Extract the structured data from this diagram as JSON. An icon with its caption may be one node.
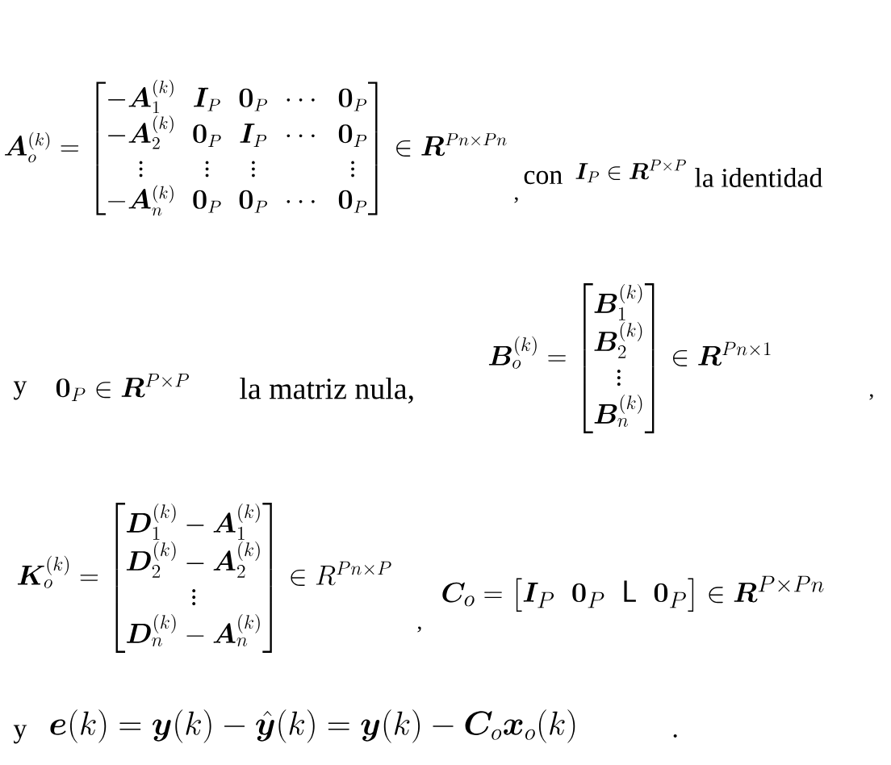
{
  "diagram": {
    "labels": [
      "\\bm{A}_o^{(k)}=\\begin{bmatrix}-\\bm{A}_1^{(k)} & \\bm{I}_P & \\bm{0}_P & \\cdots & \\bm{0}_P\\\\ -\\bm{A}_2^{(k)} & \\bm{0}_P & \\bm{I}_P & \\cdots & \\bm{0}_P\\\\ \\vdots & \\vdots & \\vdots & & \\vdots\\\\ -\\bm{A}_n^{(k)} & \\bm{0}_P & \\bm{0}_P & \\cdots & \\bm{0}_P\\end{bmatrix}\\in\\bm{R}^{Pn\\times Pn}",
      ",",
      "con",
      "\\bm{I}_P\\in\\bm{R}^{P\\times P}",
      "la identidad",
      "y",
      "\\bm{0}_P\\in\\bm{R}^{P\\times P}",
      "la matriz nula,",
      "\\bm{B}_o^{(k)}=\\begin{bmatrix}\\bm{B}_1^{(k)}\\\\ \\bm{B}_2^{(k)}\\\\ \\vdots\\\\ \\bm{B}_n^{(k)}\\end{bmatrix}\\in\\bm{R}^{Pn\\times 1}",
      ",",
      "\\bm{K}_o^{(k)}=\\begin{bmatrix}\\bm{D}_1^{(k)}-\\bm{A}_1^{(k)}\\\\ \\bm{D}_2^{(k)}-\\bm{A}_2^{(k)}\\\\ \\vdots\\\\ \\bm{D}_n^{(k)}-\\bm{A}_n^{(k)}\\end{bmatrix}\\in R^{Pn\\times P}",
      ",",
      "\\bm{C}_o=\\begin{bmatrix}\\bm{I}_P & \\bm{0}_P & \\mathsf{L} & \\bm{0}_P\\end{bmatrix}\\in\\bm{R}^{P\\times Pn}",
      "y",
      "\\bm{e}(k)=\\bm{y}(k)-\\hat{\\bm{y}}(k)=\\bm{y}(k)-\\bm{C}_o\\bm{x}_o(k)",
      "."
    ]
  }
}
